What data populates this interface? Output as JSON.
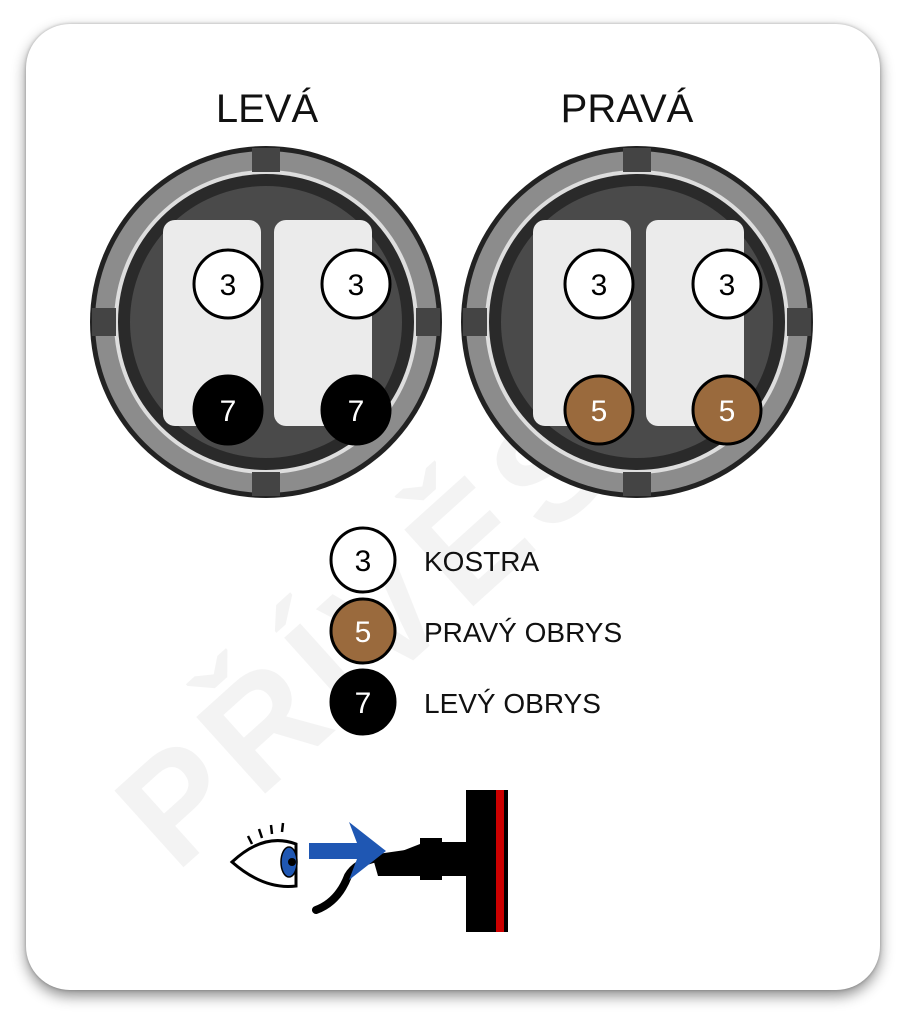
{
  "titles": {
    "left": "LEVÁ",
    "right": "PRAVÁ"
  },
  "colors": {
    "kostra": "#ffffff",
    "pravy_obrys": "#9a6a3d",
    "levy_obrys": "#000000",
    "connector_ring": "#8c8c8c",
    "connector_inner": "#444444",
    "arrow": "#1f57b3",
    "light_strip": "#cc0000"
  },
  "connectors": {
    "left": {
      "top_pins": [
        "3",
        "3"
      ],
      "bottom_pins": [
        "7",
        "7"
      ]
    },
    "right": {
      "top_pins": [
        "3",
        "3"
      ],
      "bottom_pins": [
        "5",
        "5"
      ]
    }
  },
  "legend": [
    {
      "number": "3",
      "label": "KOSTRA"
    },
    {
      "number": "5",
      "label": "PRAVÝ OBRYS"
    },
    {
      "number": "7",
      "label": "LEVÝ OBRYS"
    }
  ],
  "watermark": "PŘÍVĚS",
  "icons": {
    "viewer": "eye-icon",
    "direction": "arrow-right-icon",
    "lamp": "tail-lamp-icon"
  }
}
